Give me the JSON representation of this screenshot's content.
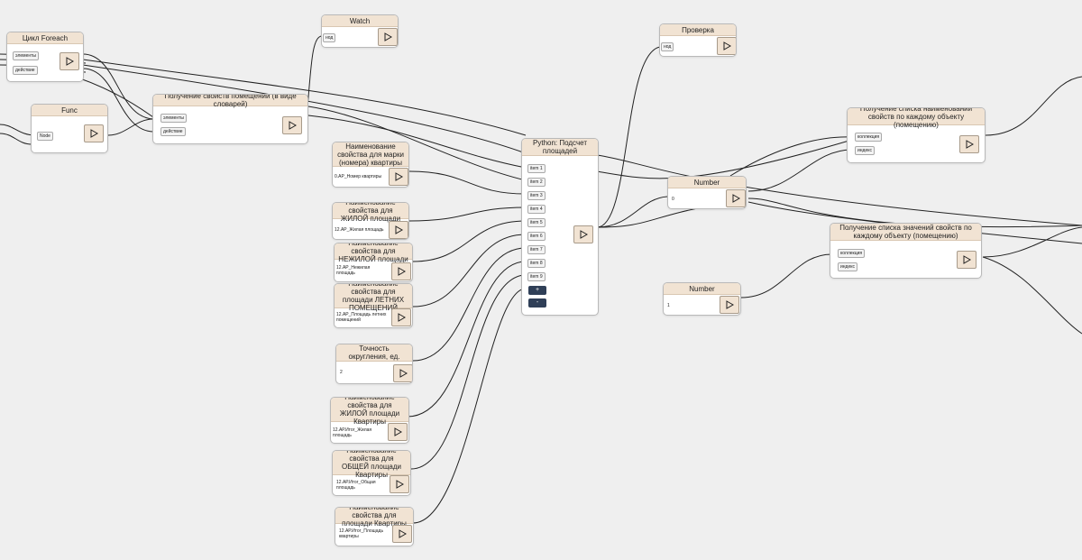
{
  "nodes": {
    "foreach": {
      "title": "Цикл Foreach",
      "ports": [
        "элементы",
        "действие"
      ]
    },
    "func": {
      "title": "Func",
      "ports": [
        "Node"
      ]
    },
    "rooms": {
      "title": "Получение свойств помещений (в виде словарей)",
      "ports": [
        "элементы",
        "действие"
      ]
    },
    "watch": {
      "title": "Watch",
      "ports": [
        "нод"
      ]
    },
    "prop_mark": {
      "title": "Наименование свойства для марки (номера) квартиры",
      "value": "0.АР_Номер квартиры"
    },
    "prop_living": {
      "title": "Наименование свойства для ЖИЛОЙ площади",
      "value": "12.АР_Жилая площадь"
    },
    "prop_nonliving": {
      "title": "Наименование свойства для НЕЖИЛОЙ площади",
      "value": "12.АР_Нежилая площадь"
    },
    "prop_summer": {
      "title": "Наименование свойства для площади ЛЕТНИХ ПОМЕЩЕНИЙ",
      "value": "12.АР_Площадь летних помещений"
    },
    "precision": {
      "title": "Точность округления, ед.",
      "value": "2"
    },
    "prop_total_living": {
      "title": "Наименование свойства для ЖИЛОЙ площади Квартиры",
      "value": "12.АР.Итог_Жилая площадь"
    },
    "prop_total_general": {
      "title": "Наименование свойства для ОБЩЕЙ площади Квартиры",
      "value": "12.АР.Итог_Общая площадь"
    },
    "prop_total_area": {
      "title": "Наименование свойства для площади Квартиры",
      "value": "12.АР.Итог_Площадь квартиры"
    },
    "python": {
      "title": "Python: Подсчет площадей",
      "ports": [
        "item 1",
        "item 2",
        "item 3",
        "item 4",
        "item 5",
        "item 6",
        "item 7",
        "item 8",
        "item 9"
      ],
      "plus": "+",
      "minus": "-"
    },
    "check": {
      "title": "Проверка",
      "ports": [
        "нод"
      ]
    },
    "number0": {
      "title": "Number",
      "value": "0"
    },
    "number1": {
      "title": "Number",
      "value": "1"
    },
    "names_list": {
      "title": "Получение списка наименований свойств по каждому объекту (помещению)",
      "ports": [
        "коллекция",
        "индекс"
      ]
    },
    "values_list": {
      "title": "Получение списка значений свойств по каждому объекту (помещению)",
      "ports": [
        "коллекция",
        "индекс"
      ]
    }
  },
  "colors": {
    "header": "#f1e3d3",
    "canvas": "#efefef",
    "wire": "#222222",
    "accent_button": "#2f3f57"
  },
  "icons": {
    "run": "play-triangle-icon"
  }
}
